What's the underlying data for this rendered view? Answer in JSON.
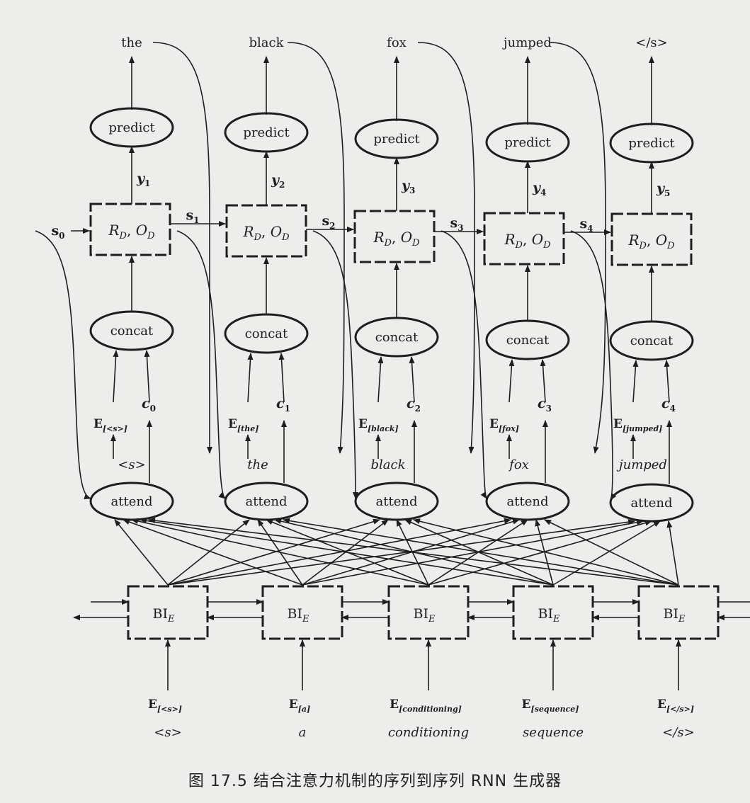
{
  "decoder": [
    {
      "out": "the",
      "y_sub": "1",
      "s_sub": "0",
      "c_sub": "0",
      "e_sub": "[<s>]",
      "prev": "<s>"
    },
    {
      "out": "black",
      "y_sub": "2",
      "s_sub": "1",
      "c_sub": "1",
      "e_sub": "[the]",
      "prev": "the"
    },
    {
      "out": "fox",
      "y_sub": "3",
      "s_sub": "2",
      "c_sub": "2",
      "e_sub": "[black]",
      "prev": "black"
    },
    {
      "out": "jumped",
      "y_sub": "4",
      "s_sub": "3",
      "c_sub": "3",
      "e_sub": "[fox]",
      "prev": "fox"
    },
    {
      "out": "</s>",
      "y_sub": "5",
      "s_sub": "4",
      "c_sub": "4",
      "e_sub": "[jumped]",
      "prev": "jumped"
    }
  ],
  "encoder": [
    {
      "e_sub": "[<s>]",
      "word": "<s>"
    },
    {
      "e_sub": "[a]",
      "word": "a"
    },
    {
      "e_sub": "[conditioning]",
      "word": "conditioning"
    },
    {
      "e_sub": "[sequence]",
      "word": "sequence"
    },
    {
      "e_sub": "[</s>]",
      "word": "</s>"
    }
  ],
  "labels": {
    "predict": "predict",
    "concat": "concat",
    "attend": "attend",
    "cell": "R",
    "cell_sub": "D",
    "cell_sep": ", ",
    "cell2": "O",
    "cell2_sub": "D",
    "enc_cell": "BI",
    "enc_sub": "E",
    "y_letter": "y",
    "s_letter": "s",
    "c_letter": "c",
    "e_letter": "E"
  },
  "caption": "图 17.5   结合注意力机制的序列到序列 RNN 生成器"
}
